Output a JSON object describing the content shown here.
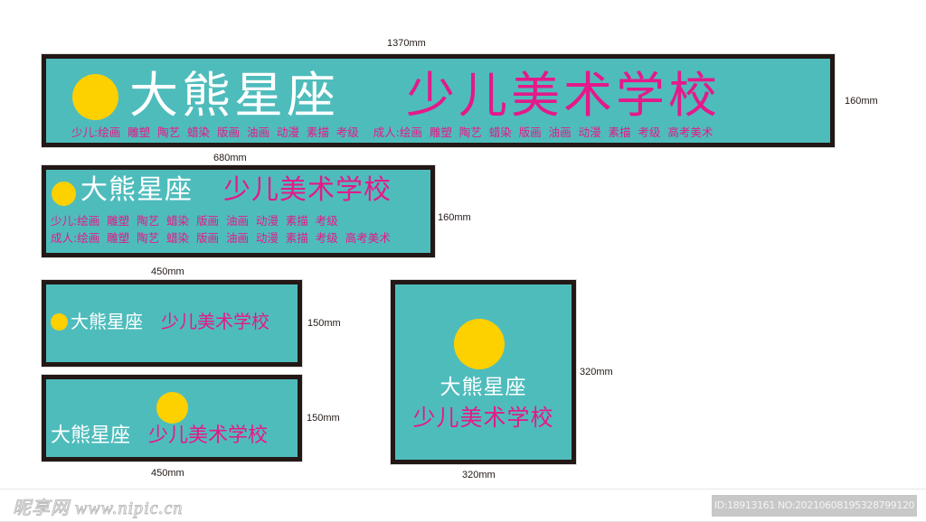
{
  "brand": {
    "name_white": "大熊星座",
    "name_pink": "少儿美术学校"
  },
  "colors": {
    "panel_bg": "#4fbcbc",
    "frame": "#231815",
    "circle": "#fdd000",
    "pink_text": "#e4198a",
    "white_text": "#ffffff"
  },
  "signs": [
    {
      "id": "sign-1370x160",
      "width_label": "1370mm",
      "height_label": "160mm",
      "subtitle_line": "少儿:绘画  雕塑  陶艺  蜡染  版画  油画  动漫  素描  考级    成人:绘画  雕塑  陶艺  蜡染  版画  油画  动漫  素描  考级  高考美术"
    },
    {
      "id": "sign-680x160",
      "width_label": "680mm",
      "height_label": "160mm",
      "subtitle_kids": "少儿:绘画  雕塑  陶艺  蜡染  版画  油画  动漫  素描  考级",
      "subtitle_adults": "成人:绘画  雕塑  陶艺  蜡染  版画  油画  动漫  素描  考级  高考美术"
    },
    {
      "id": "sign-450x150-a",
      "width_label": "450mm",
      "height_label": "150mm"
    },
    {
      "id": "sign-450x150-b",
      "width_label": "450mm",
      "height_label": "150mm"
    },
    {
      "id": "sign-320x320",
      "width_label": "320mm",
      "height_label": "320mm"
    }
  ],
  "footer": {
    "watermark": "昵享网 www.nipic.cn",
    "id_text": "ID:18913161 NO:20210608195328799120"
  }
}
